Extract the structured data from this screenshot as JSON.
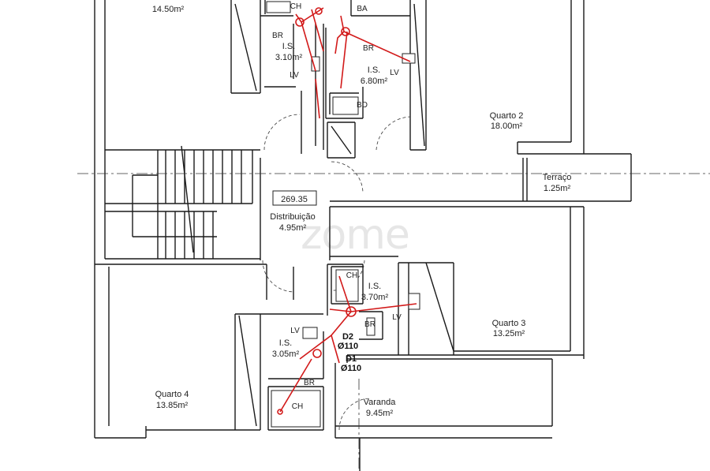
{
  "rooms": {
    "quarto1_area": "14.50m²",
    "quarto2_name": "Quarto 2",
    "quarto2_area": "18.00m²",
    "terraco_name": "Terraço",
    "terraco_area": "1.25m²",
    "distribuicao_name": "Distribuição",
    "distribuicao_area": "4.95m²",
    "quarto3_name": "Quarto 3",
    "quarto3_area": "13.25m²",
    "quarto4_name": "Quarto 4",
    "quarto4_area": "13.85m²",
    "varanda_name": "Varanda",
    "varanda_area": "9.45m²",
    "is1_name": "I.S.",
    "is1_area": "3.10m²",
    "is2_name": "I.S.",
    "is2_area": "6.80m²",
    "is3_name": "I.S.",
    "is3_area": "3.70m²",
    "is4_name": "I.S.",
    "is4_area": "3.05m²"
  },
  "fixtures": {
    "ch": "CH",
    "br": "BR",
    "lv": "LV",
    "ba": "BA",
    "bd": "BD"
  },
  "elevation": "269.35",
  "drains": {
    "d2": "D2",
    "d2_dia": "Ø110",
    "d1": "D1",
    "d1_dia": "Ø110"
  },
  "watermark": "zome",
  "colors": {
    "wall": "#1a1a1a",
    "pipe": "#d21a1a",
    "background": "#ffffff"
  }
}
